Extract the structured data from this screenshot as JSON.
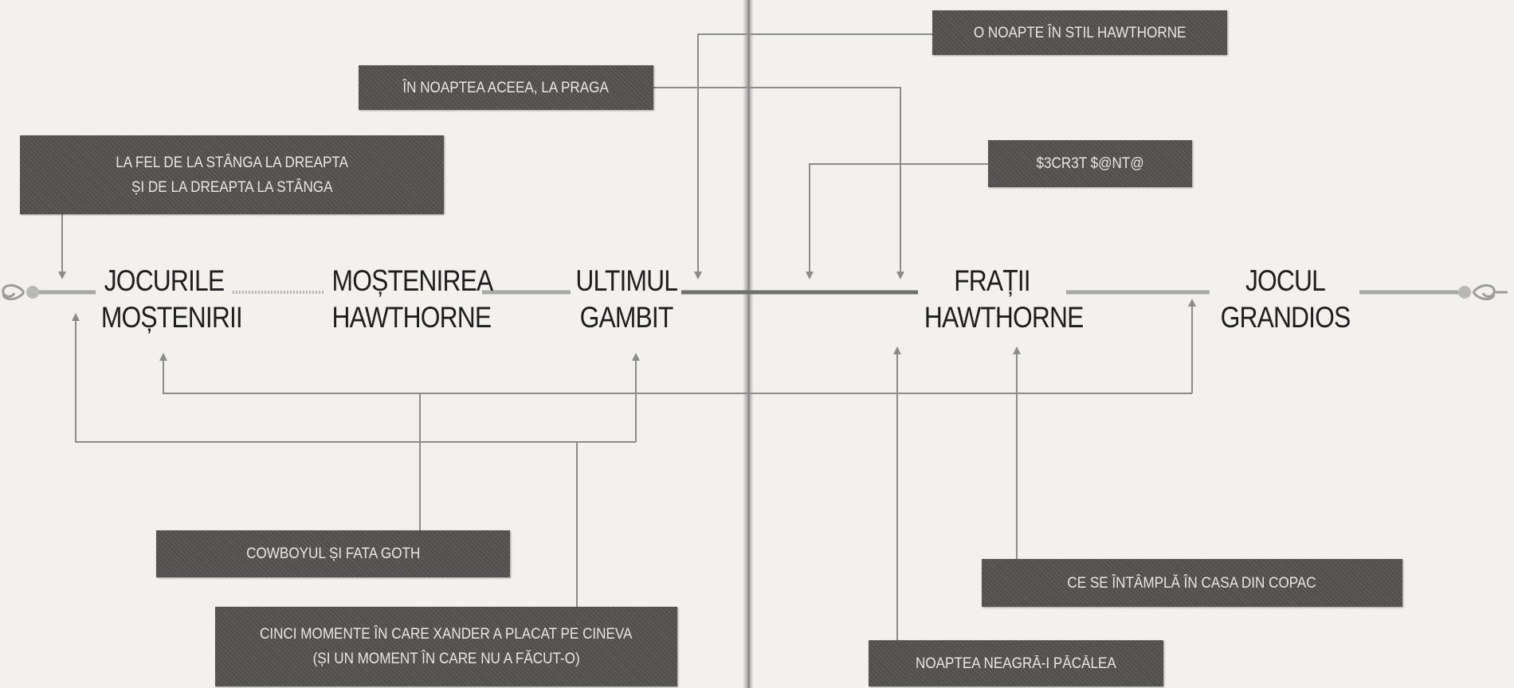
{
  "main_titles": {
    "book1": [
      "JOCURILE",
      "MOȘTENIRII"
    ],
    "book2": [
      "MOȘTENIREA",
      "HAWTHORNE"
    ],
    "book3": [
      "ULTIMUL",
      "GAMBIT"
    ],
    "book4": [
      "FRAȚII",
      "HAWTHORNE"
    ],
    "book5": [
      "JOCUL",
      "GRANDIOS"
    ]
  },
  "novellas": {
    "o_noapte": [
      "O NOAPTE ÎN STIL HAWTHORNE"
    ],
    "in_noaptea": [
      "ÎN NOAPTEA ACEEA, LA PRAGA"
    ],
    "la_fel": [
      "LA FEL DE LA STÂNGA LA DREAPTA",
      "ȘI DE LA DREAPTA LA STÂNGA"
    ],
    "secret_santa": [
      "$3CR3T $@NT@"
    ],
    "cowboyul": [
      "COWBOYUL ȘI FATA GOTH"
    ],
    "cinci_momente": [
      "CINCI MOMENTE ÎN CARE XANDER A PLACAT PE CINEVA",
      "(ȘI UN MOMENT ÎN CARE NU A FĂCUT-O)"
    ],
    "ce_se_intampla": [
      "CE SE ÎNTÂMPLĂ ÎN CASA DIN COPAC"
    ],
    "noaptea_neagra": [
      "NOAPTEA NEAGRĂ-I PĂCĂLEA"
    ]
  },
  "colors": {
    "page": "#f2f1ee",
    "box": "#545250",
    "box_text": "#e9e7e4",
    "line": "#8c8c8c",
    "timeline": "#a9a9a7",
    "title_text": "#1e1e1e"
  }
}
